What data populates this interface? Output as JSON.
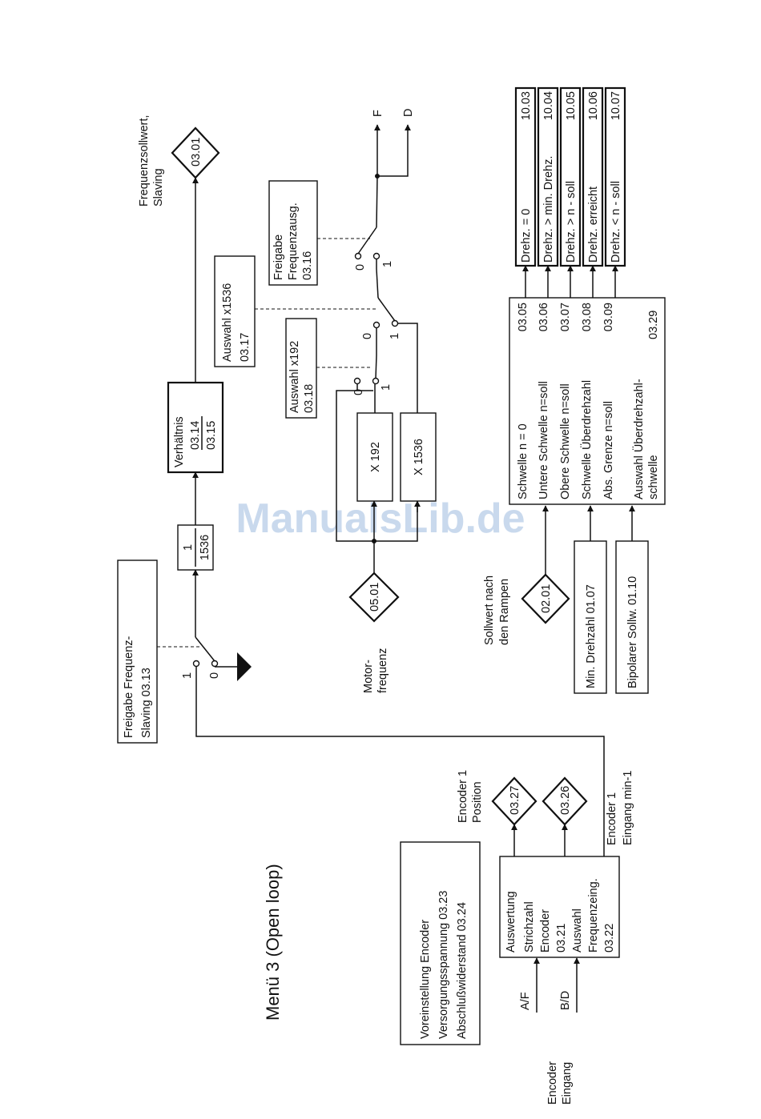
{
  "title": "Menü 3 (Open loop)",
  "watermark": "ManualsLib.de",
  "encoder_input": {
    "label_1": "Encoder",
    "label_2": "Eingang",
    "af": "A/F",
    "bd": "B/D"
  },
  "preset_box": {
    "line1": "Voreinstellung Encoder",
    "line2": "Versorgungsspannung 03.23",
    "line3": "Abschlußwiderstand    03.24"
  },
  "eval_box": {
    "line1": "Auswertung",
    "line2": "Strichzahl",
    "line3": "Encoder",
    "line4": "03.21",
    "line5": "Auswahl",
    "line6": "Frequenzeing.",
    "line7": "03.22"
  },
  "encoder_position": {
    "code": "03.27",
    "label_1": "Encoder 1",
    "label_2": "Position"
  },
  "encoder_rate": {
    "code": "03.26",
    "label_1": "Encoder 1",
    "label_2": "Eingang min-1"
  },
  "slaving_switch": {
    "label_1": "Freigabe Frequenz-",
    "label_2": "Slaving 03.13",
    "pos1": "1",
    "pos0": "0"
  },
  "divider": {
    "num": "1",
    "den": "1536"
  },
  "ratio_box": {
    "line1": "Verhältnis",
    "line2": "03.14",
    "line3": "03.15"
  },
  "freq_ref": {
    "code": "03.01",
    "label_1": "Frequenzsollwert,",
    "label_2": "Slaving"
  },
  "motor_freq": {
    "code": "05.01",
    "label_1": "Motor-",
    "label_2": "frequenz"
  },
  "mult_192": "X 192",
  "mult_1536": "X 1536",
  "select_x192": {
    "line1": "Auswahl x192",
    "line2": "03.18",
    "pos0": "0",
    "pos1": "1"
  },
  "select_x1536": {
    "line1": "Auswahl x1536",
    "line2": "03.17",
    "pos0": "0",
    "pos1": "1"
  },
  "freq_output": {
    "line1": "Freigabe",
    "line2": "Frequenzausg.",
    "line3": "03.16",
    "pos0": "0",
    "pos1": "1"
  },
  "outputs": {
    "f": "F",
    "d": "D"
  },
  "ramp_ref": {
    "code": "02.01",
    "label_1": "Sollwert nach",
    "label_2": "den Rampen"
  },
  "min_speed": "Min. Drehzahl    01.07",
  "bipolar": "Bipolarer Sollw. 01.10",
  "threshold_box": {
    "rows": [
      {
        "label": "Schwelle n = 0",
        "code": "03.05"
      },
      {
        "label": "Untere Schwelle n=soll",
        "code": "03.06"
      },
      {
        "label": "Obere Schwelle n=soll",
        "code": "03.07"
      },
      {
        "label": "Schwelle Überdrehzahl",
        "code": "03.08"
      },
      {
        "label": "Abs. Grenze n=soll",
        "code": "03.09"
      }
    ],
    "last_1": "Auswahl Überdrehzahl-",
    "last_2": "schwelle",
    "last_code": "03.29"
  },
  "status_outputs": [
    {
      "label": "Drehz. = 0",
      "code": "10.03"
    },
    {
      "label": "Drehz. > min. Drehz.",
      "code": "10.04"
    },
    {
      "label": "Drehz. > n - soll",
      "code": "10.05"
    },
    {
      "label": "Drehz. erreicht",
      "code": "10.06"
    },
    {
      "label": "Drehz. < n - soll",
      "code": "10.07"
    }
  ]
}
